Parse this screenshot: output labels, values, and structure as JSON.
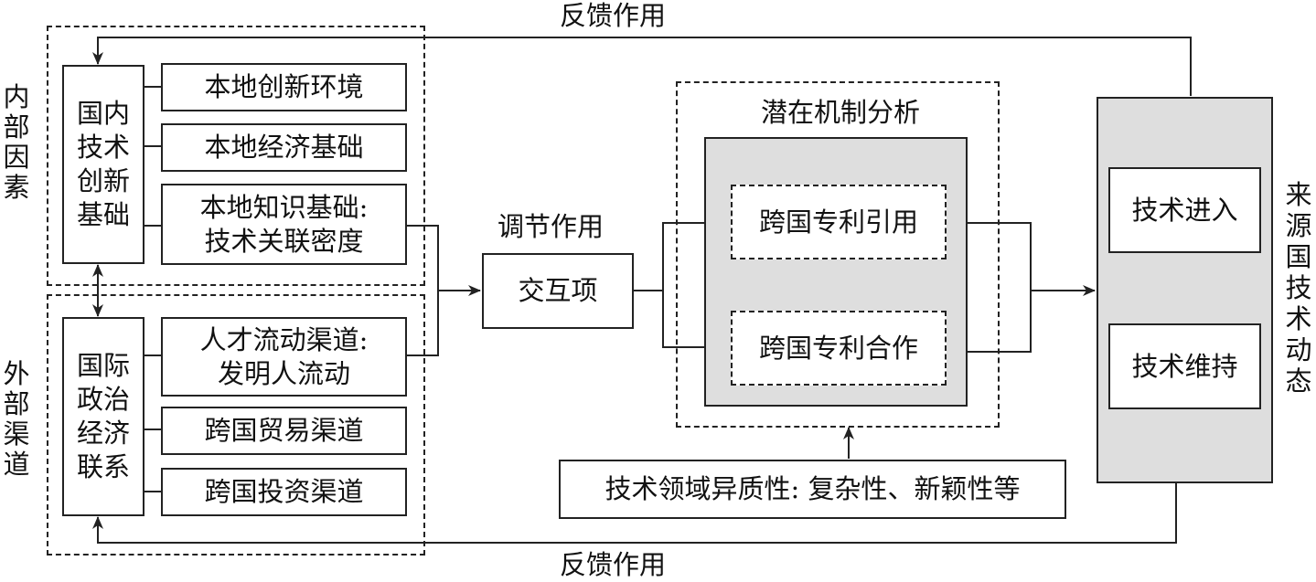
{
  "colors": {
    "line": "#222222",
    "gray_fill": "#dedede",
    "background": "#ffffff"
  },
  "labels": {
    "feedback_top": "反馈作用",
    "feedback_bottom": "反馈作用",
    "internal_factors": [
      "内",
      "部",
      "因",
      "素"
    ],
    "external_channels": [
      "外",
      "部",
      "渠",
      "道"
    ],
    "moderation": "调节作用",
    "mechanism": "潜在机制分析",
    "source_dynamics": [
      "来",
      "源",
      "国",
      "技",
      "术",
      "动",
      "态"
    ]
  },
  "boxes": {
    "domestic_tech": [
      "国内",
      "技术",
      "创新",
      "基础"
    ],
    "local_innovation": "本地创新环境",
    "local_economy": "本地经济基础",
    "local_knowledge": [
      "本地知识基础:",
      "技术关联密度"
    ],
    "intl_ties": [
      "国际",
      "政治",
      "经济",
      "联系"
    ],
    "talent_flow": [
      "人才流动渠道:",
      "发明人流动"
    ],
    "trade_channel": "跨国贸易渠道",
    "invest_channel": "跨国投资渠道",
    "interaction": "交互项",
    "patent_citation": "跨国专利引用",
    "patent_cooperation": "跨国专利合作",
    "heterogeneity": "技术领域异质性: 复杂性、新颖性等",
    "tech_entry": "技术进入",
    "tech_maintain": "技术维持"
  }
}
